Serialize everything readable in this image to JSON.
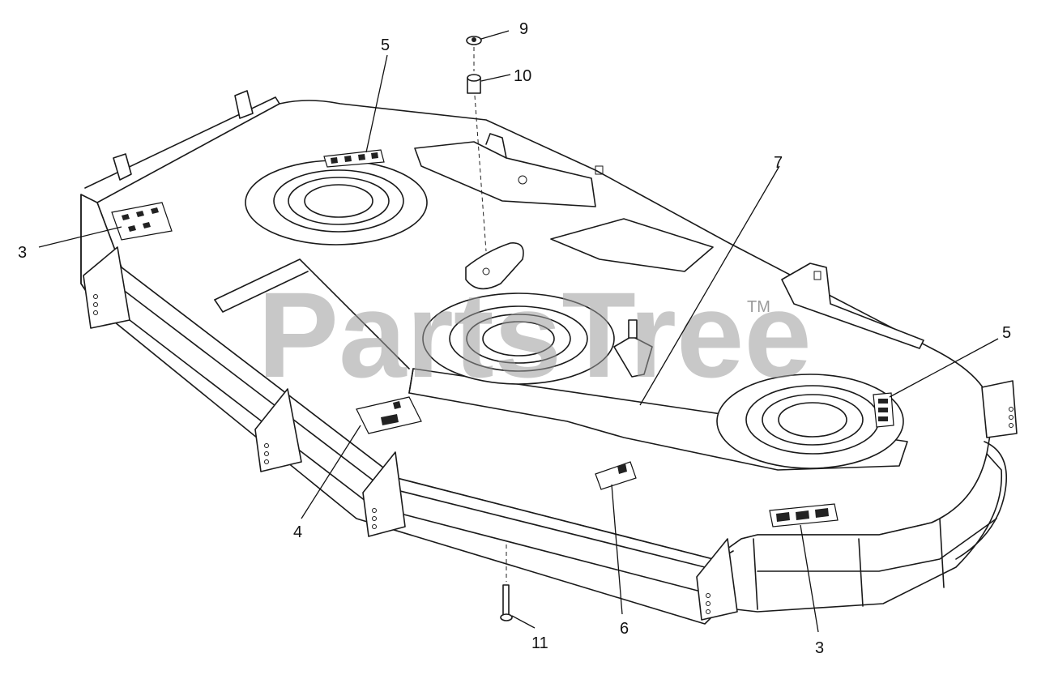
{
  "watermark": {
    "text": "PartsTree",
    "trademark": "TM"
  },
  "callouts": {
    "c3_left": "3",
    "c5_top": "5",
    "c9": "9",
    "c10": "10",
    "c7": "7",
    "c5_right": "5",
    "c4": "4",
    "c6": "6",
    "c3_bottom": "3",
    "c11": "11"
  }
}
